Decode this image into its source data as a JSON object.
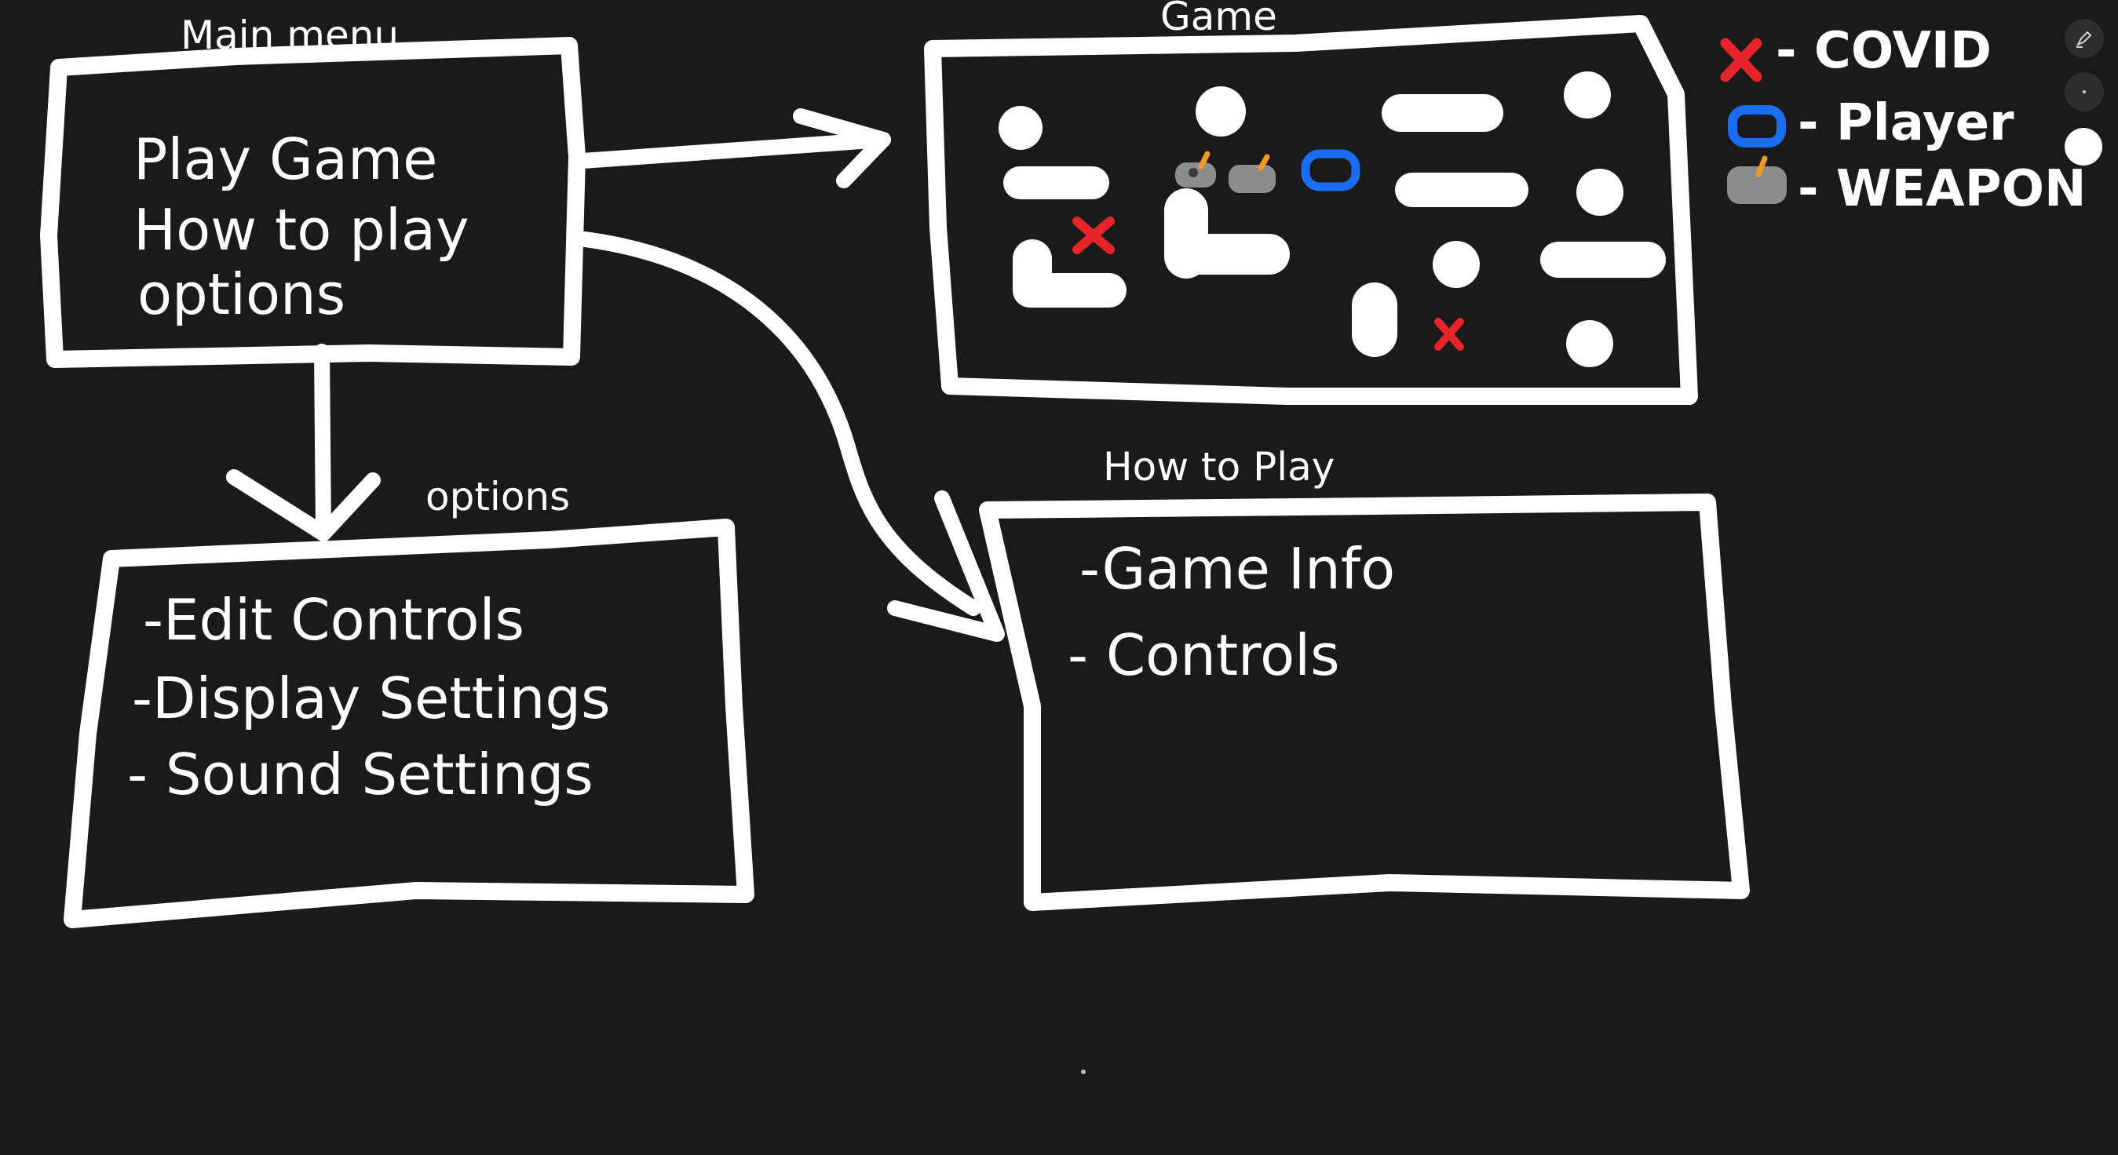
{
  "colors": {
    "background": "#1a1a1a",
    "ink": "#ffffff",
    "covid": "#e8242b",
    "player": "#1a6cf0",
    "weapon_body": "#8c8c8c",
    "weapon_tip": "#f29b24"
  },
  "main_menu": {
    "title": "Main menu",
    "items": [
      "Play Game",
      "How to play",
      "options"
    ]
  },
  "game": {
    "title": "Game"
  },
  "legend": [
    {
      "icon": "covid-x-icon",
      "label": "- COVID"
    },
    {
      "icon": "player-icon",
      "label": "- Player"
    },
    {
      "icon": "weapon-icon",
      "label": "- WEAPON"
    }
  ],
  "options": {
    "title": "options",
    "items": [
      "-Edit Controls",
      "-Display Settings",
      "- Sound Settings"
    ]
  },
  "how_to_play": {
    "title": "How to Play",
    "items": [
      "-Game Info",
      "- Controls"
    ]
  },
  "toolbar": {
    "icons": [
      "highlighter-icon",
      "pen-size-icon",
      "color-swatch-icon"
    ]
  }
}
